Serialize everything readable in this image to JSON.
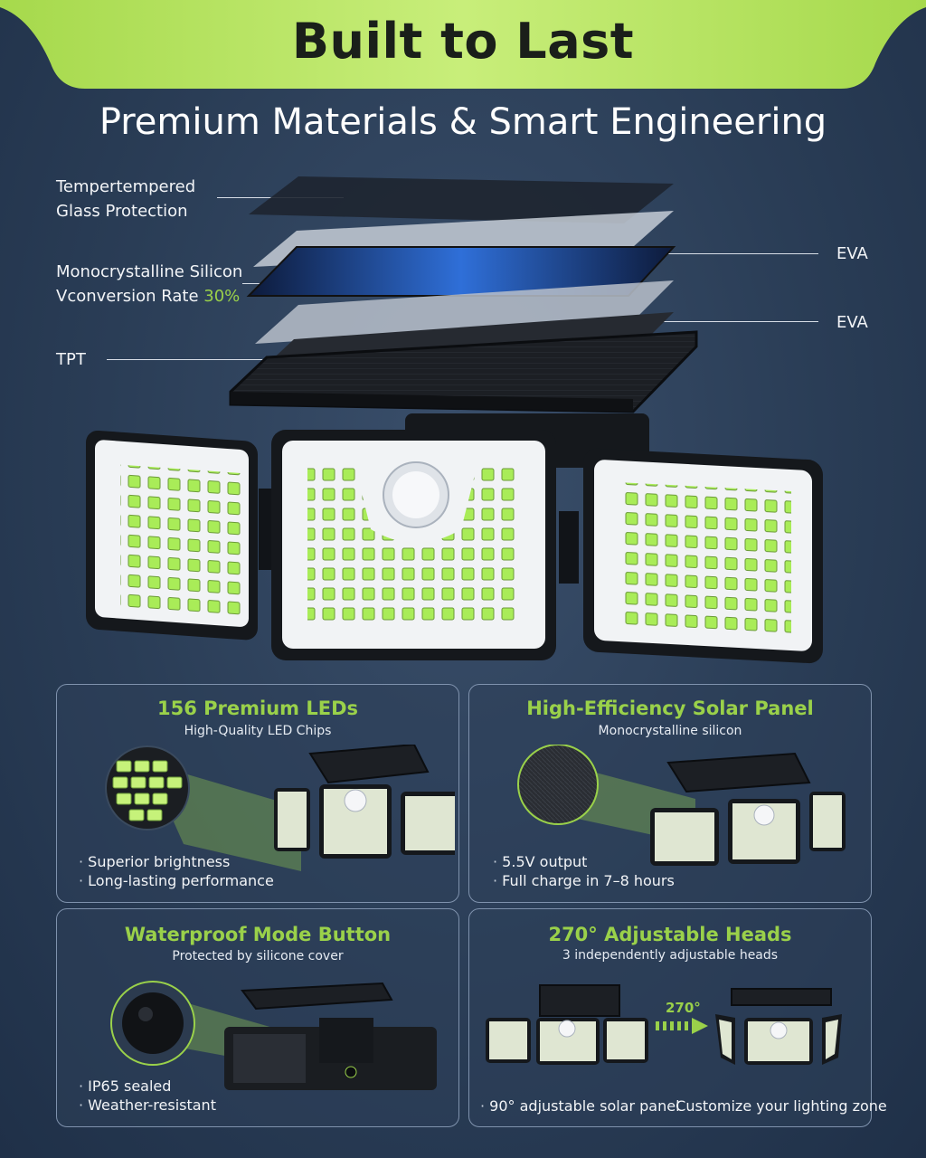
{
  "banner": {
    "title": "Built to Last",
    "color": "#b5e35a"
  },
  "subtitle": "Premium Materials & Smart Engineering",
  "layers": {
    "glass_line1": "Tempertempered",
    "glass_line2": "Glass Protection",
    "silicon_line1": "Monocrystalline Silicon",
    "silicon_line2_prefix": "Vconversion Rate ",
    "silicon_rate": "30%",
    "tpt": "TPT",
    "eva_top": "EVA",
    "eva_bottom": "EVA"
  },
  "accent_color": "#9ad14a",
  "cards": [
    {
      "title": "156 Premium LEDs",
      "subtitle": "High-Quality LED Chips",
      "bullets": [
        "Superior brightness",
        "Long-lasting performance"
      ]
    },
    {
      "title": "High-Efficiency Solar Panel",
      "subtitle": "Monocrystalline silicon",
      "bullets": [
        "5.5V output",
        "Full charge in 7–8 hours"
      ]
    },
    {
      "title": "Waterproof Mode Button",
      "subtitle": "Protected by silicone cover",
      "bullets": [
        "IP65 sealed",
        "Weather-resistant"
      ]
    },
    {
      "title": "270° Adjustable Heads",
      "subtitle": "3 independently adjustable heads",
      "rotation_label": "270°",
      "bullets": [
        "90° adjustable solar panel",
        "Customize your lighting zone"
      ]
    }
  ]
}
